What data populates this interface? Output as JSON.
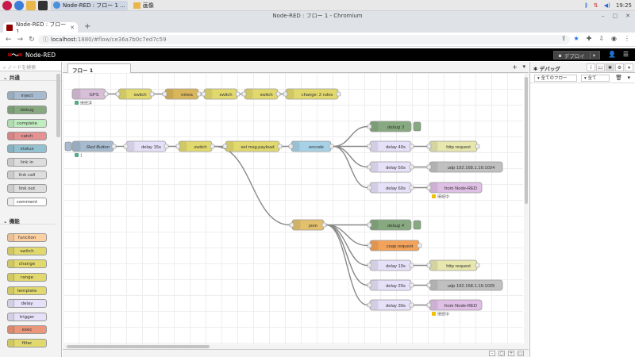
{
  "taskbar": {
    "apps": [
      {
        "label": "Node-RED : フロー 1 ..."
      },
      {
        "label": "画像"
      }
    ],
    "time": "19:25"
  },
  "window": {
    "title": "Node-RED : フロー 1 - Chromium"
  },
  "browser": {
    "tab_title": "Node-RED : フロー 1",
    "url_host": "localhost",
    "url_path": ":1880/#flow/ce36a7b0c7ed7c59"
  },
  "header": {
    "app_name": "Node-RED",
    "deploy_label": "デプロイ"
  },
  "palette": {
    "search_placeholder": "ノードを検索",
    "categories": [
      {
        "label": "共通"
      },
      {
        "label": "機能"
      }
    ],
    "nodes": [
      {
        "label": "inject",
        "color": "#a6bbcf"
      },
      {
        "label": "debug",
        "color": "#87a980"
      },
      {
        "label": "complete",
        "color": "#c0edc0"
      },
      {
        "label": "catch",
        "color": "#e49191"
      },
      {
        "label": "status",
        "color": "#94c1d0"
      },
      {
        "label": "link in",
        "color": "#dddddd"
      },
      {
        "label": "link call",
        "color": "#dddddd"
      },
      {
        "label": "link out",
        "color": "#dddddd"
      },
      {
        "label": "comment",
        "color": "#ffffff"
      },
      {
        "label": "function",
        "color": "#fdd0a2"
      },
      {
        "label": "switch",
        "color": "#e2d96e"
      },
      {
        "label": "change",
        "color": "#e2d96e"
      },
      {
        "label": "range",
        "color": "#e2d96e"
      },
      {
        "label": "template",
        "color": "#e2d96e"
      },
      {
        "label": "delay",
        "color": "#e6e0f8"
      },
      {
        "label": "trigger",
        "color": "#e6e0f8"
      },
      {
        "label": "exec",
        "color": "#e9967a"
      },
      {
        "label": "filter",
        "color": "#e2d96e"
      }
    ]
  },
  "workspace": {
    "tab_label": "フロー 1",
    "nodes": [
      {
        "id": "gps",
        "label": "GPS",
        "color": "#d8bfd8"
      },
      {
        "id": "sw1",
        "label": "switch",
        "color": "#e2d96e"
      },
      {
        "id": "nmea",
        "label": "nmea",
        "color": "#d9b65b"
      },
      {
        "id": "sw2",
        "label": "switch",
        "color": "#e2d96e"
      },
      {
        "id": "sw3",
        "label": "switch",
        "color": "#e2d96e"
      },
      {
        "id": "chg",
        "label": "change: 2 rules",
        "color": "#e2d96e"
      },
      {
        "id": "red",
        "label": "Red Button",
        "color": "#a6bbcf"
      },
      {
        "id": "d15",
        "label": "delay 15s",
        "color": "#e6e0f8"
      },
      {
        "id": "sw4",
        "label": "switch",
        "color": "#e2d96e"
      },
      {
        "id": "setp",
        "label": "set msg.payload",
        "color": "#e2d96e"
      },
      {
        "id": "enc",
        "label": "encode",
        "color": "#a6d1e6"
      },
      {
        "id": "dbg3",
        "label": "debug 3",
        "color": "#87a980"
      },
      {
        "id": "d40",
        "label": "delay 40s",
        "color": "#e6e0f8"
      },
      {
        "id": "http1",
        "label": "http request",
        "color": "#e7e7ae"
      },
      {
        "id": "d50",
        "label": "delay 50s",
        "color": "#e6e0f8"
      },
      {
        "id": "udp1",
        "label": "udp 192.168.1.16:1024",
        "color": "#c0c0c0"
      },
      {
        "id": "d60",
        "label": "delay 60s",
        "color": "#e6e0f8"
      },
      {
        "id": "from1",
        "label": "from Node-RED",
        "color": "#dfbfe5"
      },
      {
        "id": "json",
        "label": "json",
        "color": "#e2c06e"
      },
      {
        "id": "dbg4",
        "label": "debug 4",
        "color": "#87a980"
      },
      {
        "id": "coap",
        "label": "coap request",
        "color": "#f2a25a"
      },
      {
        "id": "d10",
        "label": "delay 10s",
        "color": "#e6e0f8"
      },
      {
        "id": "http2",
        "label": "http request",
        "color": "#e7e7ae"
      },
      {
        "id": "d20",
        "label": "delay 20s",
        "color": "#e6e0f8"
      },
      {
        "id": "udp2",
        "label": "udp 192.168.1.16:1025",
        "color": "#c0c0c0"
      },
      {
        "id": "d30",
        "label": "delay 30s",
        "color": "#e6e0f8"
      },
      {
        "id": "from2",
        "label": "from Node-RED",
        "color": "#dfbfe5"
      }
    ],
    "statuses": [
      {
        "for": "gps",
        "text": "接続済"
      },
      {
        "for": "red",
        "text": "1"
      },
      {
        "for": "from1",
        "text": "接続中"
      },
      {
        "for": "from2",
        "text": "接続中"
      }
    ]
  },
  "sidebar": {
    "title": "デバッグ",
    "filter_label": "全てのフロー",
    "filter_all": "全て"
  }
}
